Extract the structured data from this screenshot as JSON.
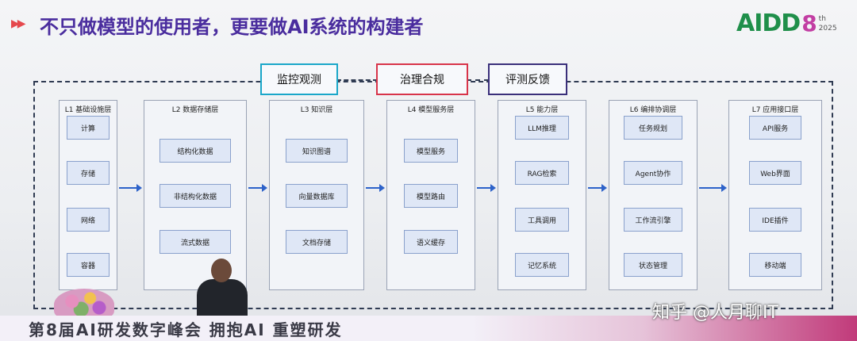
{
  "title": "不只做模型的使用者，更要做AI系统的构建者",
  "logo": {
    "text": "AIDD",
    "number": "8",
    "superscript": "th",
    "year": "2025"
  },
  "governance": [
    {
      "label": "监控观测",
      "color": "#1aa7c9"
    },
    {
      "label": "治理合规",
      "color": "#d8344a"
    },
    {
      "label": "评测反馈",
      "color": "#3a2f7a"
    }
  ],
  "layers": [
    {
      "title": "L1 基础设施层",
      "items": [
        "计算",
        "存储",
        "网络",
        "容器"
      ]
    },
    {
      "title": "L2 数据存储层",
      "items": [
        "结构化数据",
        "非结构化数据",
        "流式数据"
      ]
    },
    {
      "title": "L3 知识层",
      "items": [
        "知识图谱",
        "向量数据库",
        "文档存储"
      ]
    },
    {
      "title": "L4 模型服务层",
      "items": [
        "模型服务",
        "模型路由",
        "语义缓存"
      ]
    },
    {
      "title": "L5 能力层",
      "items": [
        "LLM推理",
        "RAG检索",
        "工具调用",
        "记忆系统"
      ]
    },
    {
      "title": "L6 编排协调层",
      "items": [
        "任务规划",
        "Agent协作",
        "工作流引擎",
        "状态管理"
      ]
    },
    {
      "title": "L7 应用接口层",
      "items": [
        "API服务",
        "Web界面",
        "IDE插件",
        "移动端"
      ]
    }
  ],
  "banner": "第8届AI研发数字峰会 拥抱AI 重塑研发",
  "watermark": "知乎 @人月聊IT"
}
